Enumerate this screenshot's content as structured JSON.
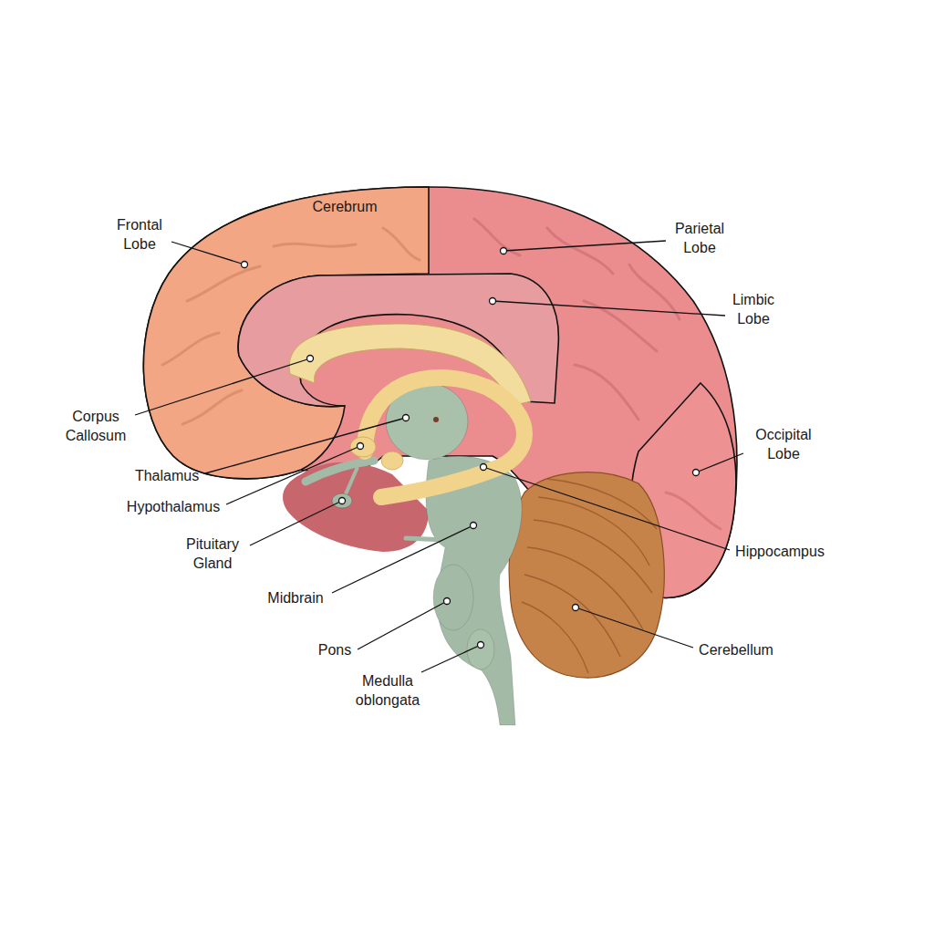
{
  "diagram": {
    "labels": [
      "Frontal Lobe",
      "Cerebrum",
      "Parietal Lobe",
      "Limbic Lobe",
      "Corpus Callosum",
      "Thalamus",
      "Hypothalamus",
      "Occipital Lobe",
      "Pituitary Gland",
      "Hippocampus",
      "Midbrain",
      "Pons",
      "Cerebellum",
      "Medulla oblongata"
    ]
  }
}
